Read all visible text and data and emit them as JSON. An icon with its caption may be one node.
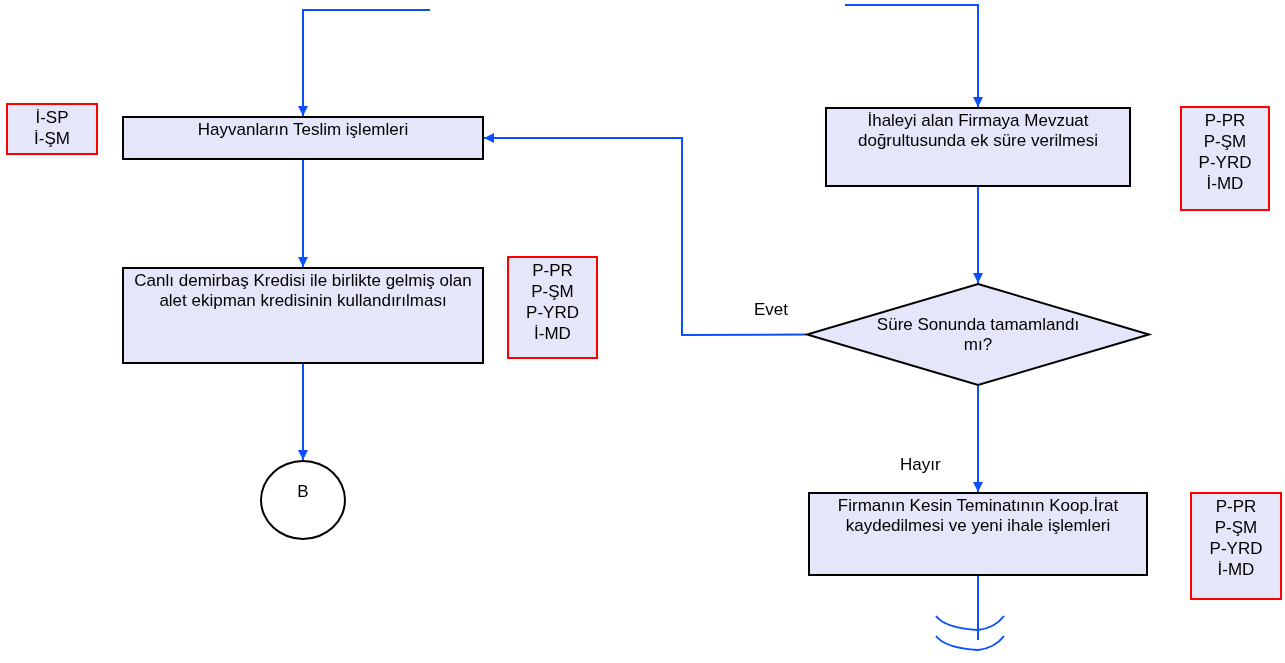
{
  "diagram": {
    "nodes": [
      {
        "text": [
          "Hayvanların Teslim işlemleri"
        ]
      },
      {
        "text": [
          "İ-SP",
          "İ-ŞM"
        ]
      },
      {
        "text": [
          "Canlı demirbaş Kredisi ile birlikte gelmiş olan alet ekipman kredisinin kullandırılması"
        ]
      },
      {
        "text": [
          "P-PR",
          "P-ŞM",
          "P-YRD",
          "İ-MD"
        ]
      },
      {
        "text": [
          "B"
        ]
      },
      {
        "text": [
          "İhaleyi alan Firmaya Mevzuat doğrultusunda ek süre verilmesi"
        ]
      },
      {
        "text": [
          "P-PR",
          "P-ŞM",
          "P-YRD",
          "İ-MD"
        ]
      },
      {
        "text": [
          "Süre Sonunda tamamlandı mı?"
        ]
      },
      {
        "text": [
          "Firmanın Kesin Teminatının Koop.İrat kaydedilmesi ve yeni ihale işlemleri"
        ]
      },
      {
        "text": [
          "P-PR",
          "P-ŞM",
          "P-YRD",
          "İ-MD"
        ]
      }
    ],
    "edges": [
      {
        "from": null,
        "to": 0,
        "arrow": "to"
      },
      {
        "from": 0,
        "to": 2,
        "arrow": "to"
      },
      {
        "from": 2,
        "to": 4,
        "arrow": "to"
      },
      {
        "from": null,
        "to": 5,
        "arrow": "to"
      },
      {
        "from": 5,
        "to": 7,
        "arrow": "to"
      },
      {
        "from": 7,
        "to": 0,
        "arrow": "to",
        "label": "Evet"
      },
      {
        "from": 7,
        "to": 8,
        "arrow": "to",
        "label": "Hayır"
      },
      {
        "from": 8,
        "to": null,
        "arrow": "none"
      }
    ]
  }
}
